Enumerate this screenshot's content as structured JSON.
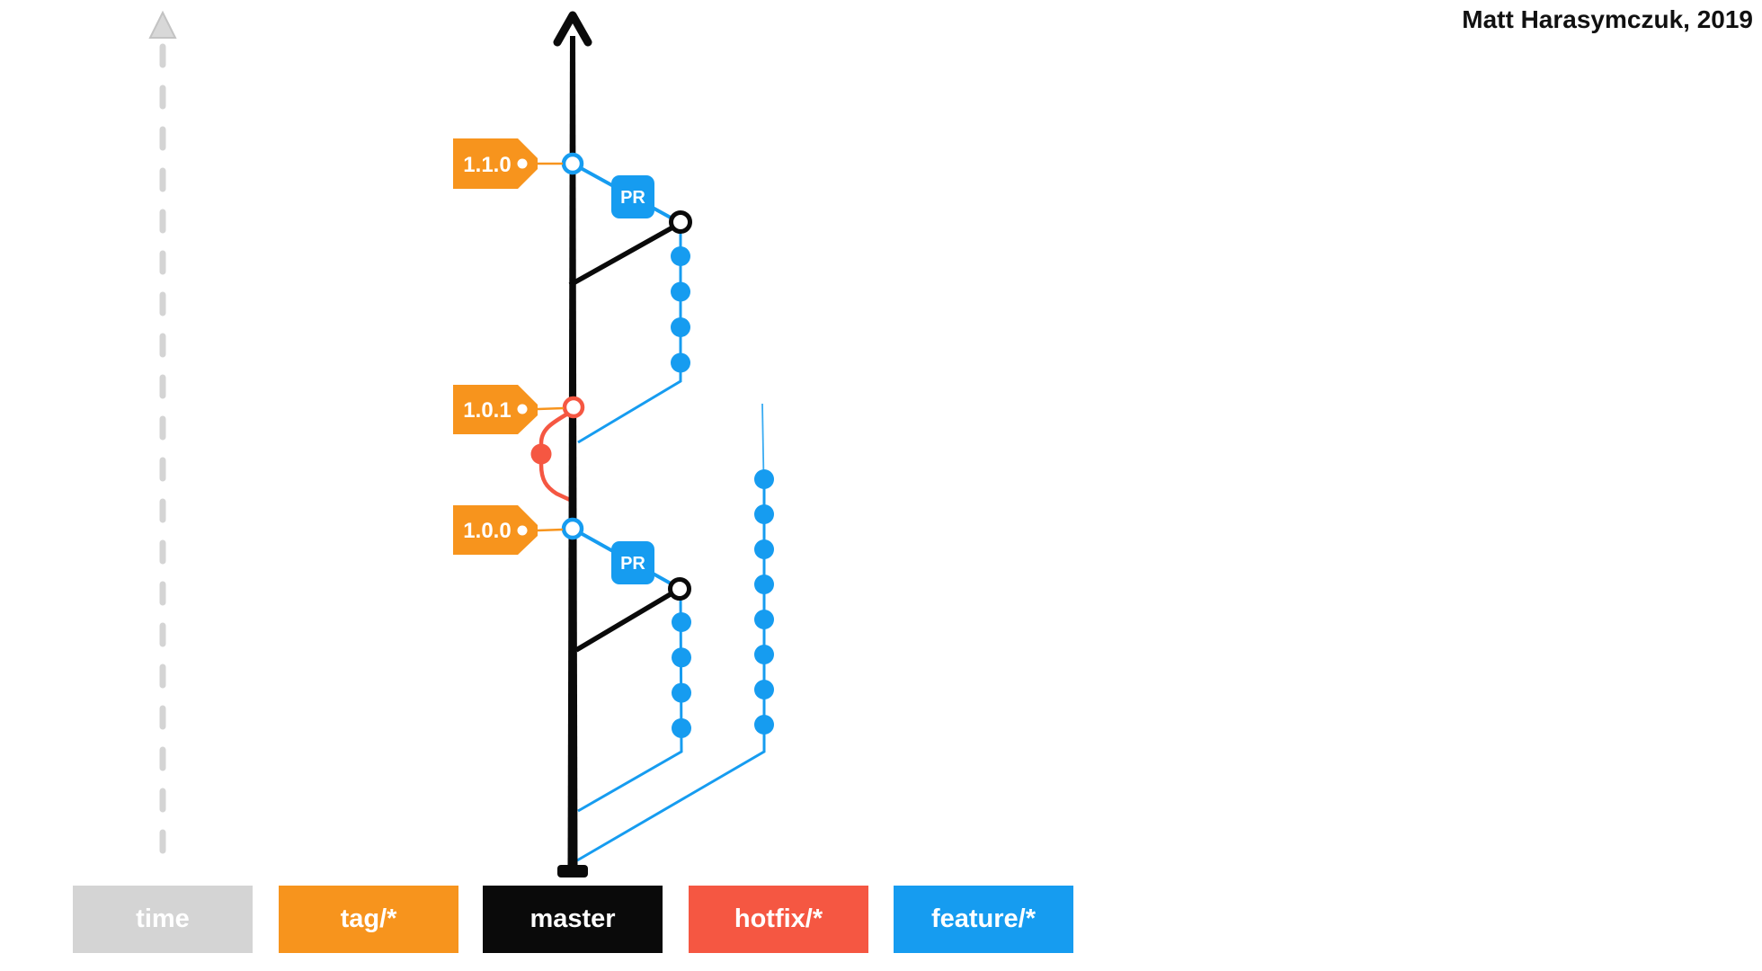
{
  "credit": "Matt Harasymczuk, 2019",
  "legend": {
    "items": [
      {
        "id": "time",
        "label": "time",
        "color": "#d4d4d4"
      },
      {
        "id": "tag",
        "label": "tag/*",
        "color": "#f7941d"
      },
      {
        "id": "master",
        "label": "master",
        "color": "#0a0a0a"
      },
      {
        "id": "hotfix",
        "label": "hotfix/*",
        "color": "#f55742"
      },
      {
        "id": "feature",
        "label": "feature/*",
        "color": "#169cf0"
      }
    ]
  },
  "tags": [
    {
      "label": "1.1.0"
    },
    {
      "label": "1.0.1"
    },
    {
      "label": "1.0.0"
    }
  ],
  "pr_boxes": [
    {
      "label": "PR"
    },
    {
      "label": "PR"
    }
  ],
  "branches": [
    {
      "id": "feature-1",
      "type": "feature",
      "commit_count": 4
    },
    {
      "id": "hotfix-1",
      "type": "hotfix",
      "commit_count": 1
    },
    {
      "id": "feature-2",
      "type": "feature",
      "commit_count": 4
    },
    {
      "id": "feature-3",
      "type": "feature",
      "commit_count": 8
    }
  ],
  "colors": {
    "master": "#0a0a0a",
    "tag": "#f7941d",
    "hotfix": "#f55742",
    "feature": "#169cf0",
    "time": "#d4d4d4"
  }
}
